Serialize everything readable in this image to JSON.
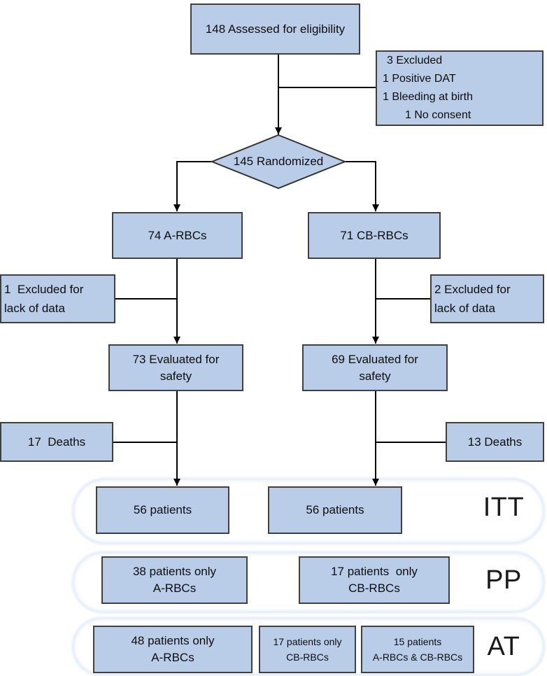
{
  "diagram": {
    "type": "consort-flowchart",
    "colors": {
      "node_fill": "#b9cde8",
      "node_border": "#404040",
      "connector": "#000000",
      "group_outline": "#e9f0fa",
      "text": "#0d0d0d"
    },
    "nodes": {
      "assessed": {
        "text": "148 Assessed for eligibility"
      },
      "excluded_top": {
        "lines": [
          "3 Excluded",
          "1 Positive DAT",
          "1 Bleeding at birth",
          "1 No consent"
        ]
      },
      "randomized": {
        "text": "145 Randomized"
      },
      "arm_a": {
        "text": "74 A-RBCs"
      },
      "arm_cb": {
        "text": "71 CB-RBCs"
      },
      "excluded_a": {
        "lines": [
          "1  Excluded for",
          "lack of data"
        ]
      },
      "excluded_cb": {
        "lines": [
          "2 Excluded for",
          "lack of data"
        ]
      },
      "safety_a": {
        "lines": [
          "73 Evaluated for",
          "safety"
        ]
      },
      "safety_cb": {
        "lines": [
          "69 Evaluated for",
          "safety"
        ]
      },
      "deaths_a": {
        "text": "17  Deaths"
      },
      "deaths_cb": {
        "text": "13 Deaths"
      },
      "itt_a": {
        "text": "56 patients"
      },
      "itt_cb": {
        "text": "56 patients"
      },
      "pp_a": {
        "lines": [
          "38 patients only",
          "A-RBCs"
        ]
      },
      "pp_cb": {
        "lines": [
          "17 patients  only",
          "CB-RBCs"
        ]
      },
      "at_a": {
        "lines": [
          "48 patients only",
          "A-RBCs"
        ]
      },
      "at_cb": {
        "lines": [
          "17 patients only",
          "CB-RBCs"
        ]
      },
      "at_both": {
        "lines": [
          "15 patients",
          "A-RBCs & CB-RBCs"
        ]
      }
    },
    "groups": {
      "itt_label": "ITT",
      "pp_label": "PP",
      "at_label": "AT"
    }
  }
}
